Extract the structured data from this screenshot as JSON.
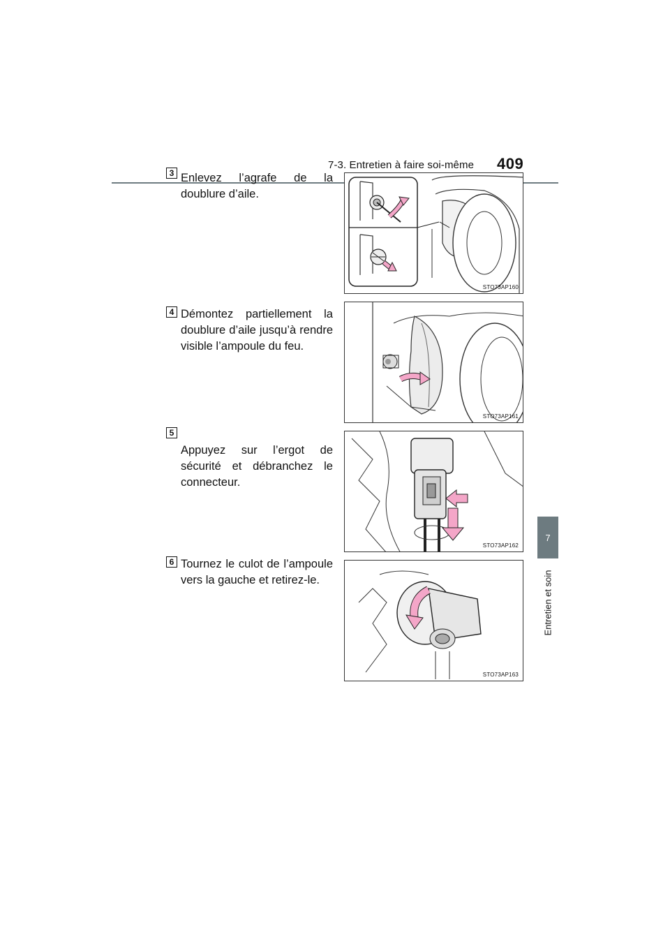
{
  "header": {
    "section": "7-3. Entretien à faire soi-même",
    "page_number": "409"
  },
  "side_tab": {
    "chapter": "7",
    "label": "Entretien et soin"
  },
  "steps": [
    {
      "badge": "3",
      "text": "Enlevez l’agrafe de la doublure d’aile.",
      "figure_code": "STO73AP160"
    },
    {
      "badge": "4",
      "text": "Démontez partiellement la doublure d’aile jusqu’à rendre visible l’ampoule du feu.",
      "figure_code": "STO73AP161"
    },
    {
      "badge": "5",
      "text": "Appuyez sur l’ergot de sécurité et débranchez le connecteur.",
      "figure_code": "STO73AP162"
    },
    {
      "badge": "6",
      "text": "Tournez le culot de l’ampoule vers la gauche et retirez-le.",
      "figure_code": "STO73AP163"
    }
  ],
  "colors": {
    "accent_tab": "#6d7b80",
    "arrow_pink": "#f4a6c8"
  }
}
